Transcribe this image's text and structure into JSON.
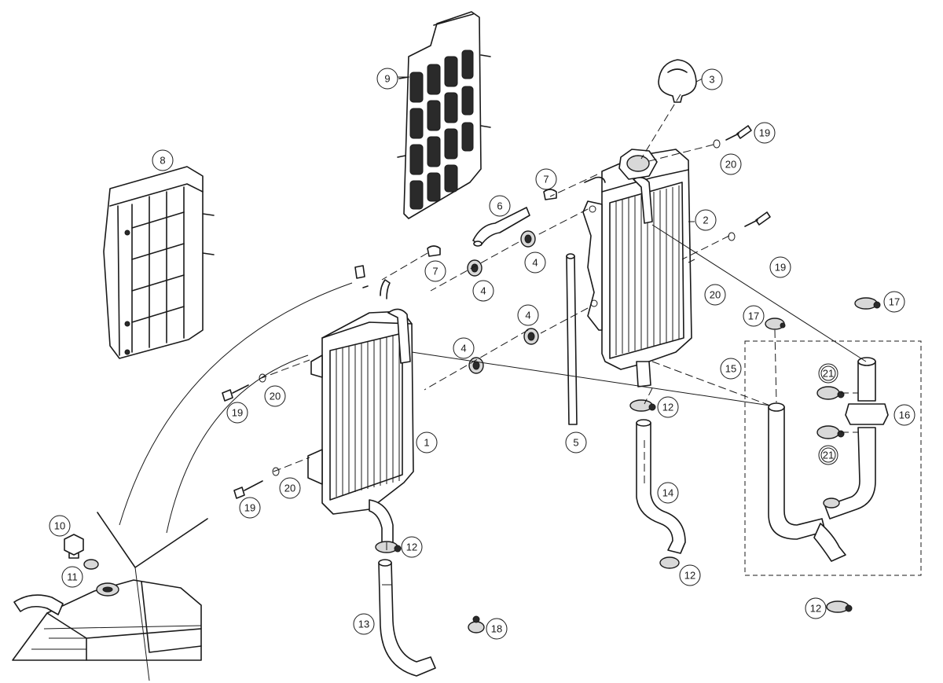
{
  "callouts": [
    {
      "id": "c1",
      "label": "1"
    },
    {
      "id": "c2",
      "label": "2"
    },
    {
      "id": "c3",
      "label": "3"
    },
    {
      "id": "c4a",
      "label": "4"
    },
    {
      "id": "c4b",
      "label": "4"
    },
    {
      "id": "c4c",
      "label": "4"
    },
    {
      "id": "c4d",
      "label": "4"
    },
    {
      "id": "c5",
      "label": "5"
    },
    {
      "id": "c6",
      "label": "6"
    },
    {
      "id": "c7a",
      "label": "7"
    },
    {
      "id": "c7b",
      "label": "7"
    },
    {
      "id": "c8",
      "label": "8"
    },
    {
      "id": "c9",
      "label": "9"
    },
    {
      "id": "c10",
      "label": "10"
    },
    {
      "id": "c11",
      "label": "11"
    },
    {
      "id": "c12a",
      "label": "12"
    },
    {
      "id": "c12b",
      "label": "12"
    },
    {
      "id": "c12c",
      "label": "12"
    },
    {
      "id": "c12d",
      "label": "12"
    },
    {
      "id": "c13",
      "label": "13"
    },
    {
      "id": "c14",
      "label": "14"
    },
    {
      "id": "c15",
      "label": "15"
    },
    {
      "id": "c16",
      "label": "16"
    },
    {
      "id": "c17a",
      "label": "17"
    },
    {
      "id": "c17b",
      "label": "17"
    },
    {
      "id": "c18",
      "label": "18"
    },
    {
      "id": "c19a",
      "label": "19"
    },
    {
      "id": "c19b",
      "label": "19"
    },
    {
      "id": "c19c",
      "label": "19"
    },
    {
      "id": "c19d",
      "label": "19"
    },
    {
      "id": "c20a",
      "label": "20"
    },
    {
      "id": "c20b",
      "label": "20"
    },
    {
      "id": "c20c",
      "label": "20"
    },
    {
      "id": "c20d",
      "label": "20"
    },
    {
      "id": "c21a",
      "label": "21"
    },
    {
      "id": "c21b",
      "label": "21"
    }
  ]
}
